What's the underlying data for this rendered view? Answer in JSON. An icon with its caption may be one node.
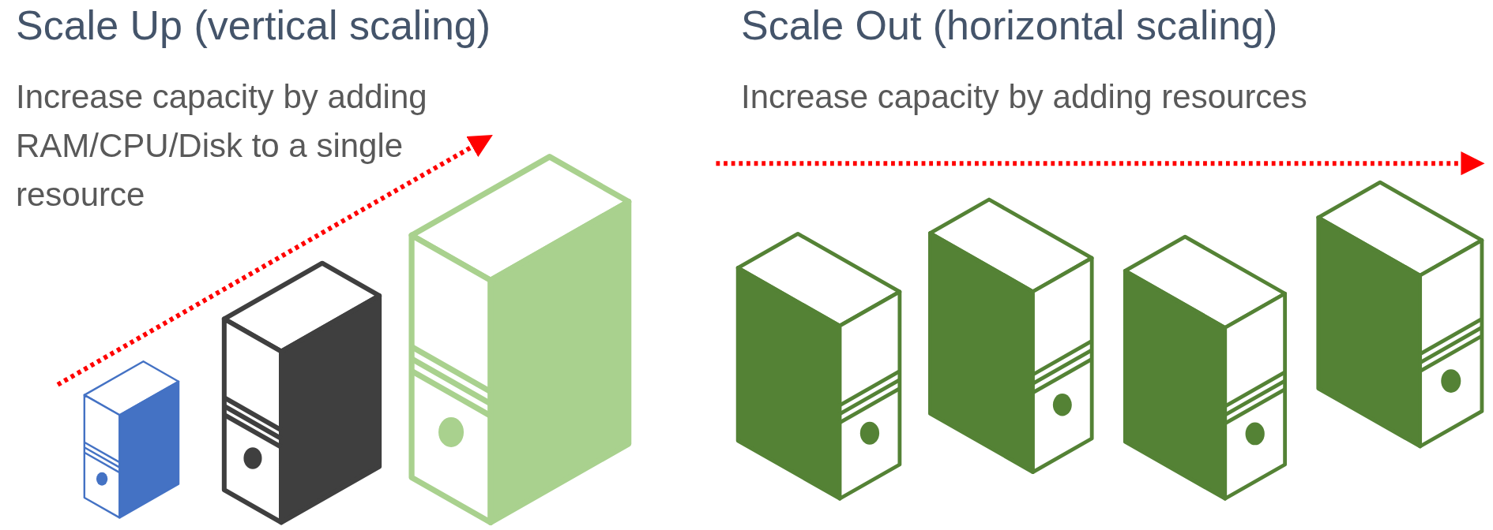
{
  "diagram": {
    "labels": [
      "Scale Up (vertical scaling)",
      "Increase capacity by adding RAM/CPU/Disk to a single resource",
      "Scale Out (horizontal scaling)",
      "Increase capacity by adding resources"
    ]
  }
}
